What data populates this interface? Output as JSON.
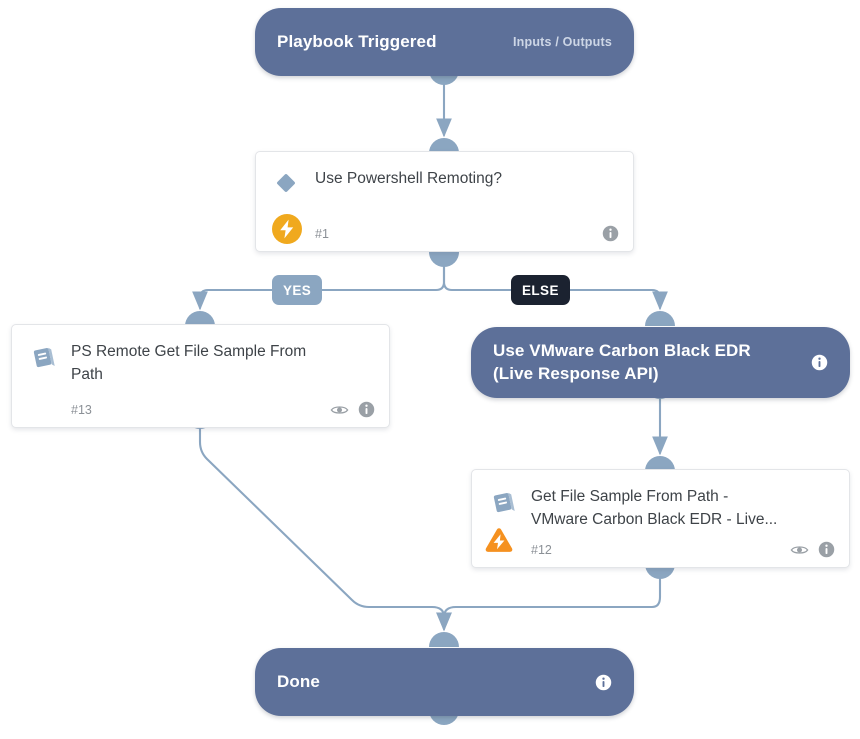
{
  "diagram": {
    "title": "Playbook Flow",
    "colors": {
      "pill_fill": "#5d7099",
      "port": "#8ba6c1",
      "edge": "#8ba6c1",
      "card_bg": "#ffffff",
      "card_border": "#e3e5e8",
      "branch_yes_bg": "#8ba6c1",
      "branch_else_bg": "#1b2230",
      "warning_orange": "#f59120",
      "info_gray": "#9aa0a6",
      "icon_blue": "#8ba6c1",
      "canvas_bg": "#ffffff"
    }
  },
  "nodes": {
    "start": {
      "title": "Playbook Triggered",
      "meta": "Inputs / Outputs"
    },
    "condition": {
      "title": "Use Powershell Remoting?",
      "number": "#1",
      "shape_icon": "diamond-icon",
      "status_icon": "lightning-circle-icon",
      "info_icon": "info-icon"
    },
    "yes_task": {
      "title": "PS Remote Get File Sample From\nPath",
      "number": "#13",
      "type_icon": "playbook-book-icon",
      "eye_icon": "eye-icon",
      "info_icon": "info-icon"
    },
    "else_subplaybook": {
      "title": "Use VMware Carbon Black EDR\n(Live Response API)",
      "info_icon": "info-icon"
    },
    "else_task": {
      "title": "Get File Sample From Path -\nVMware Carbon Black EDR - Live...",
      "number": "#12",
      "type_icon": "playbook-book-icon",
      "status_icon": "lightning-triangle-icon",
      "eye_icon": "eye-icon",
      "info_icon": "info-icon"
    },
    "done": {
      "title": "Done",
      "info_icon": "info-icon"
    }
  },
  "branches": {
    "yes": "YES",
    "else": "ELSE"
  }
}
